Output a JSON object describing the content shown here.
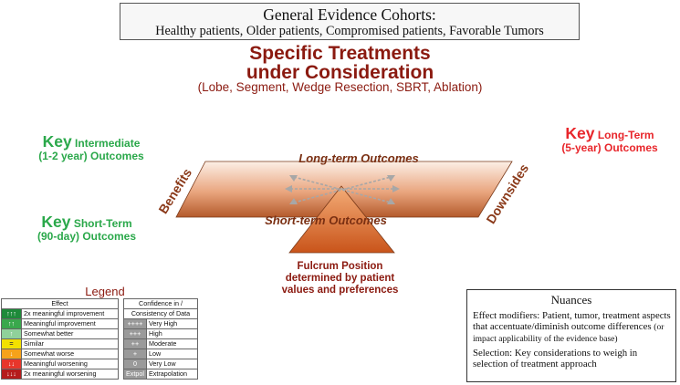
{
  "cohorts": {
    "title": "General Evidence Cohorts:",
    "list": "Healthy patients, Older patients, Compromised patients, Favorable Tumors"
  },
  "treatments": {
    "title_line1": "Specific Treatments",
    "title_line2": "under Consideration",
    "subtitle": "(Lobe, Segment, Wedge Resection, SBRT, Ablation)"
  },
  "key_intermediate": {
    "key": "Key",
    "label1": "Intermediate",
    "label2": "(1-2 year) Outcomes"
  },
  "key_short_term": {
    "key": "Key",
    "label1": "Short-Term",
    "label2": "(90-day) Outcomes"
  },
  "key_long_term": {
    "key": "Key",
    "label1": "Long-Term",
    "label2": "(5-year) Outcomes"
  },
  "scale": {
    "long_term_label": "Long-term Outcomes",
    "short_term_label": "Short-term Outcomes",
    "benefits_label": "Benefits",
    "downsides_label": "Downsides"
  },
  "fulcrum": {
    "line1": "Fulcrum Position",
    "line2": "determined by patient",
    "line3": "values and preferences"
  },
  "legend": {
    "title": "Legend",
    "effect_header": "Effect",
    "confidence_header1": "Confidence in /",
    "confidence_header2": "Consistency of Data",
    "effects": [
      {
        "symbol": "↑↑↑",
        "label": "2x meaningful improvement",
        "color": "#1e8a3a"
      },
      {
        "symbol": "↑↑",
        "label": "Meaningful improvement",
        "color": "#39a84c"
      },
      {
        "symbol": "↑",
        "label": "Somewhat better",
        "color": "#8fd19a"
      },
      {
        "symbol": "=",
        "label": "Similar",
        "color": "#f2e100"
      },
      {
        "symbol": "↓",
        "label": "Somewhat worse",
        "color": "#f6a21a"
      },
      {
        "symbol": "↓↓",
        "label": "Meaningful worsening",
        "color": "#e8362b"
      },
      {
        "symbol": "↓↓↓",
        "label": "2x meaningful worsening",
        "color": "#b51c1c"
      }
    ],
    "confidence": [
      {
        "symbol": "++++",
        "label": "Very High"
      },
      {
        "symbol": "+++",
        "label": "High"
      },
      {
        "symbol": "++",
        "label": "Moderate"
      },
      {
        "symbol": "+",
        "label": "Low"
      },
      {
        "symbol": "0",
        "label": "Very Low"
      },
      {
        "symbol": "Extpol",
        "label": "Extrapolation"
      }
    ]
  },
  "nuances": {
    "title": "Nuances",
    "effect_modifiers": "Effect modifiers: Patient, tumor, treatment aspects that accentuate/diminish outcome differences",
    "effect_modifiers_note": "(or impact applicability of the evidence base)",
    "selection": "Selection: Key considerations to weigh in selection of treatment approach"
  }
}
